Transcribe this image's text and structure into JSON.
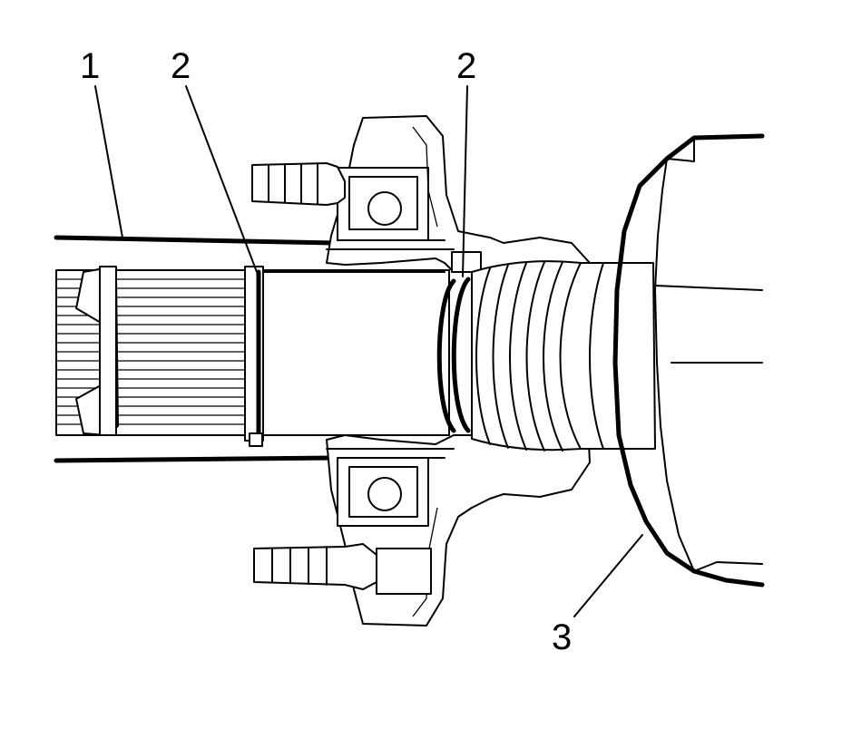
{
  "callouts": [
    {
      "id": "1",
      "text": "1"
    },
    {
      "id": "2a",
      "text": "2"
    },
    {
      "id": "2b",
      "text": "2"
    },
    {
      "id": "3",
      "text": "3"
    }
  ],
  "colors": {
    "line": "#000000",
    "background": "#ffffff"
  }
}
